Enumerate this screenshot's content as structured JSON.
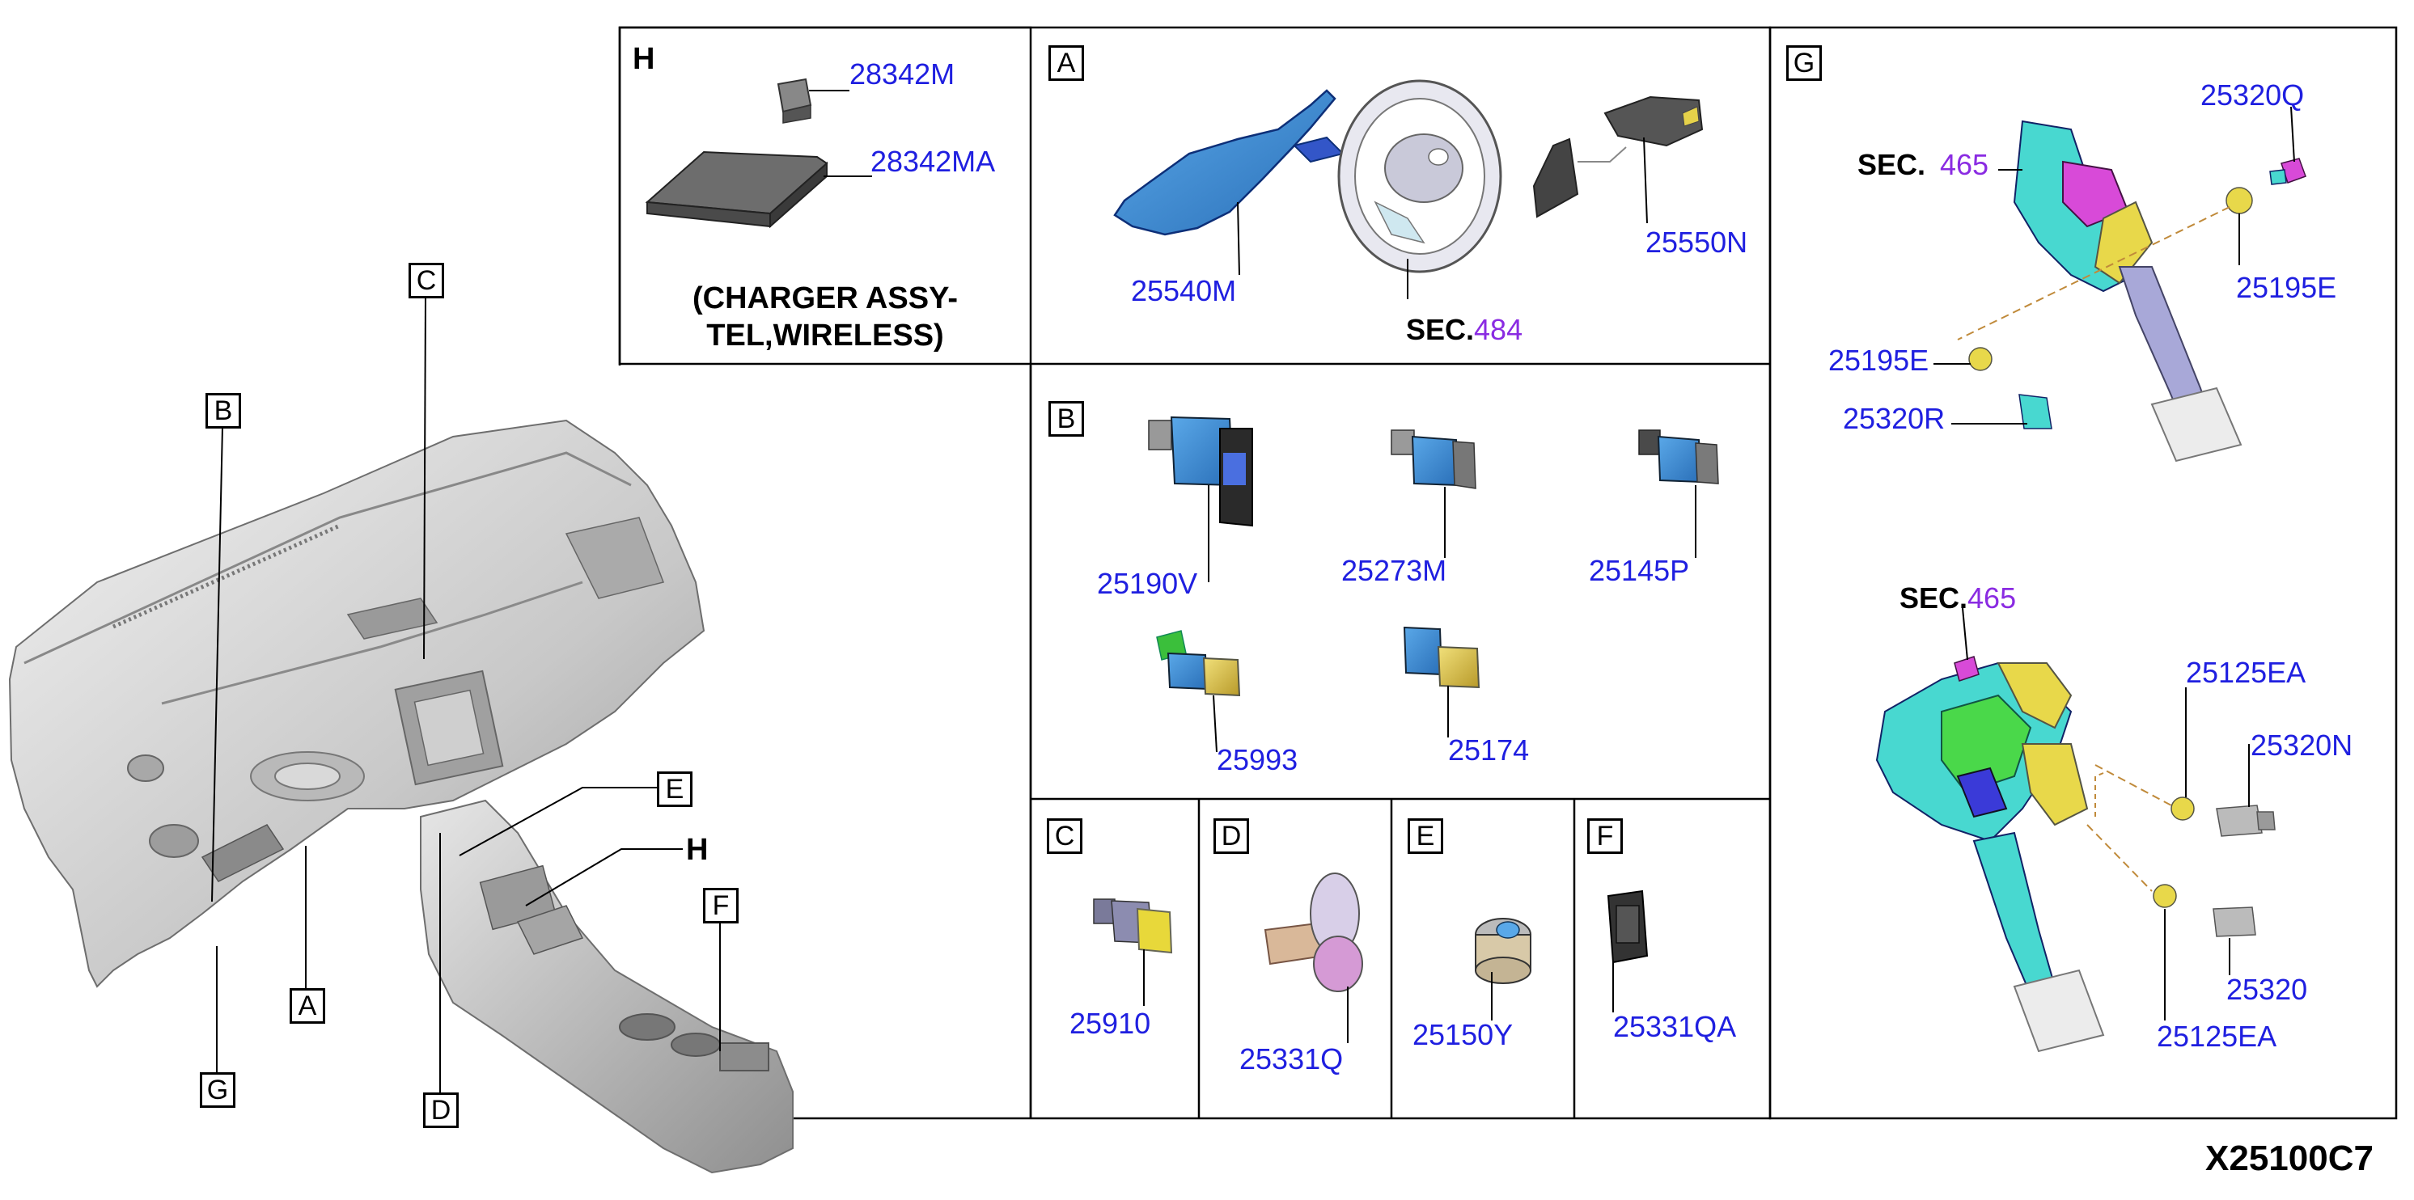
{
  "diagram_id": "X25100C7",
  "overview_callouts": [
    "B",
    "C",
    "E",
    "H",
    "F",
    "A",
    "G",
    "D"
  ],
  "panels": {
    "H": {
      "label": "H",
      "parts": [
        "28342M",
        "28342MA"
      ],
      "caption_line1": "(CHARGER ASSY-",
      "caption_line2": "TEL,WIRELESS)"
    },
    "A": {
      "label": "A",
      "parts": [
        "25540M",
        "25550N"
      ],
      "sec_prefix": "SEC.",
      "sec_number": "484"
    },
    "B": {
      "label": "B",
      "parts": [
        "25190V",
        "25273M",
        "25145P",
        "25993",
        "25174"
      ]
    },
    "C": {
      "label": "C",
      "parts": [
        "25910"
      ]
    },
    "D": {
      "label": "D",
      "parts": [
        "25331Q"
      ]
    },
    "E": {
      "label": "E",
      "parts": [
        "25150Y"
      ]
    },
    "F": {
      "label": "F",
      "parts": [
        "25331QA"
      ]
    },
    "G": {
      "label": "G",
      "upper": {
        "sec_prefix": "SEC.",
        "sec_number": "465",
        "parts": [
          "25320Q",
          "25195E",
          "25195E",
          "25320R"
        ]
      },
      "lower": {
        "sec_prefix": "SEC.",
        "sec_number": "465",
        "parts": [
          "25125EA",
          "25320N",
          "25320",
          "25125EA"
        ]
      }
    }
  },
  "colors": {
    "part_number": "#1f1fe0",
    "section_number": "#8a2be2",
    "line": "#000000",
    "dash_leader": "#c08a3a"
  }
}
